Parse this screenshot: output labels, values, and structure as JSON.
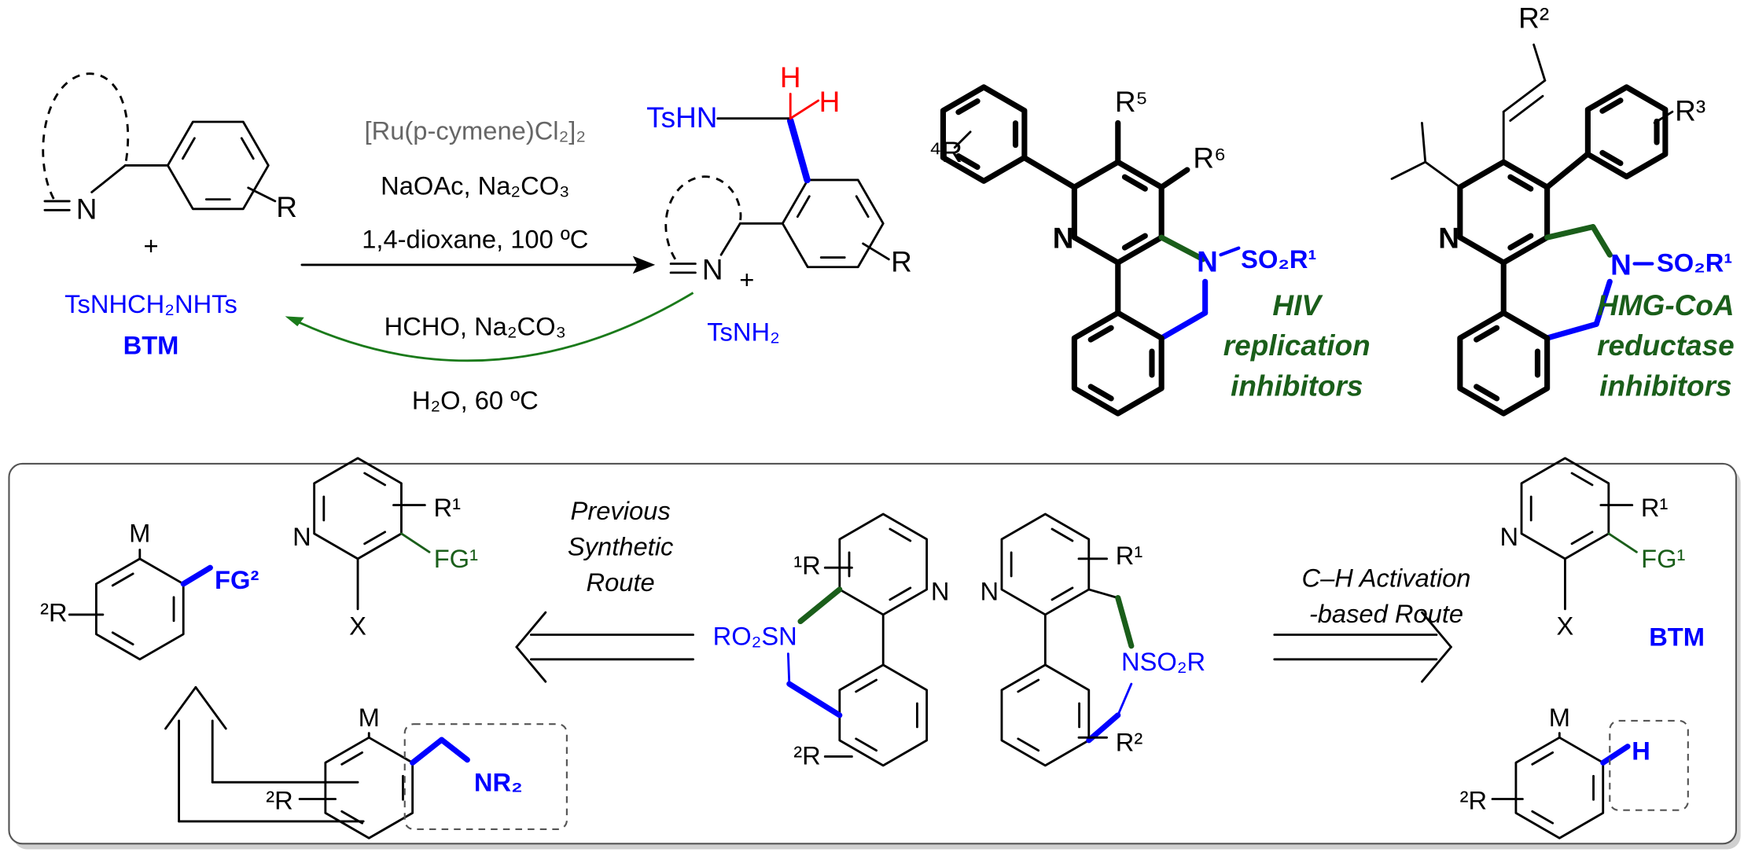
{
  "colors": {
    "highlight_blue": "#0000ff",
    "recycle_green": "#1a7a1a",
    "target_green": "#1a5e1a",
    "hydrogen_red": "#ff0000",
    "catalyst_gray": "#666666"
  },
  "top_scheme": {
    "reactant_n": "N",
    "reactant_r": "R",
    "plus_1": "+",
    "reagent": "TsNHCH₂NHTs",
    "reagent_abbrev": "BTM",
    "conditions": [
      "[Ru(p-cymene)Cl₂]₂",
      "NaOAc, Na₂CO₃",
      "1,4-dioxane, 100 ºC"
    ],
    "product_tshn": "TsHN",
    "product_h1": "H",
    "product_h2": "H",
    "product_n": "N",
    "product_r": "R",
    "plus_2": "+",
    "byproduct": "TsNH₂",
    "recycle_conditions": [
      "HCHO, Na₂CO₃",
      "H₂O, 60 ºC"
    ]
  },
  "targets": {
    "hiv": {
      "r4": "⁴R",
      "r5": "R⁵",
      "r6": "R⁶",
      "n_pyridine": "N",
      "n_sulfonamide": "N",
      "so2r1": "SO₂R¹",
      "label": [
        "HIV",
        "replication",
        "inhibitors"
      ]
    },
    "hmg": {
      "r2": "R²",
      "r3": "R³",
      "n_pyridine": "N",
      "n_sulfonamide": "N",
      "so2r1": "SO₂R¹",
      "label": [
        "HMG-CoA",
        "reductase",
        "inhibitors"
      ]
    }
  },
  "retrosynthesis": {
    "left_aryl": {
      "m": "M",
      "fg2": "FG²",
      "r2": "²R"
    },
    "left_pyridine": {
      "n": "N",
      "r1": "R¹",
      "fg1": "FG¹",
      "x": "X"
    },
    "lower_aryl": {
      "m": "M",
      "nr2": "NR₂",
      "r2": "²R"
    },
    "previous_route_label": [
      "Previous",
      "Synthetic",
      "Route"
    ],
    "target_a": {
      "r1": "¹R",
      "n": "N",
      "ro2sn": "RO₂SN",
      "r2": "²R"
    },
    "target_b": {
      "n": "N",
      "r1": "R¹",
      "nso2r": "NSO₂R",
      "r2": "R²"
    },
    "ch_route_label": [
      "C–H Activation",
      "-based Route"
    ],
    "right_pyridine": {
      "n": "N",
      "r1": "R¹",
      "fg1": "FG¹",
      "x": "X",
      "btm": "BTM"
    },
    "right_aryl": {
      "m": "M",
      "h": "H",
      "r2": "²R"
    }
  }
}
